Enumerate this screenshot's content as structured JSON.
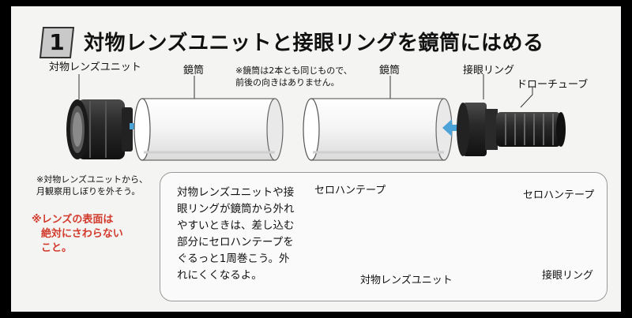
{
  "step": {
    "number": "1",
    "title": "対物レンズユニットと接眼リングを鏡筒にはめる"
  },
  "labels": {
    "objective_unit_top": "対物レンズユニット",
    "tube_left": "鏡筒",
    "tube_right": "鏡筒",
    "eyepiece_ring_top": "接眼リング",
    "draw_tube": "ドローチューブ",
    "tape_left": "セロハンテープ",
    "tape_right": "セロハンテープ",
    "objective_unit_bottom": "対物レンズユニット",
    "eyepiece_ring_bottom": "接眼リング"
  },
  "notes": {
    "tube_note": [
      "※鏡筒は2本とも同じもので、",
      "前後の向きはありません。"
    ],
    "unit_note": [
      "※対物レンズユニットから、",
      "月観察用しぼりを外そう。"
    ],
    "warning": [
      "※レンズの表面は",
      "絶対にさわらない",
      "こと。"
    ]
  },
  "tip": {
    "lines": [
      "対物レンズユニットや接",
      "眼リングが鏡筒から外れ",
      "やすいときは、差し込む",
      "部分にセロハンテープを",
      "ぐるっと1周巻こう。外",
      "れにくくなるよ。"
    ]
  },
  "colors": {
    "arrow": "#4ba3d8",
    "warning": "#d23a2c",
    "tape": "#e8b868"
  }
}
